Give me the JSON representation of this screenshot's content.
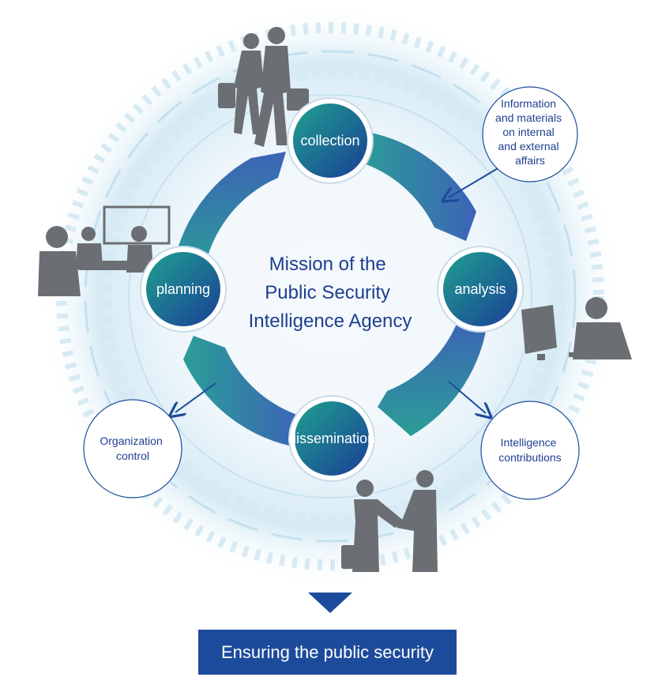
{
  "center_title": [
    "Mission of the",
    "Public Security",
    "Intelligence Agency"
  ],
  "cycle": {
    "collection": "collection",
    "analysis": "analysis",
    "dissemination": "dissemination",
    "planning": "planning"
  },
  "bubbles": {
    "information": [
      "Information",
      "and materials",
      "on internal",
      "and external",
      "affairs"
    ],
    "organization": [
      "Organization",
      "control"
    ],
    "intelligence": [
      "Intelligence",
      "contributions"
    ]
  },
  "outcome": "Ensuring the public security",
  "colors": {
    "navy": "#1d4b9b",
    "teal": "#1c9a92",
    "ring_blue": "#3a64b5",
    "silhouette": "#6b6e72"
  }
}
